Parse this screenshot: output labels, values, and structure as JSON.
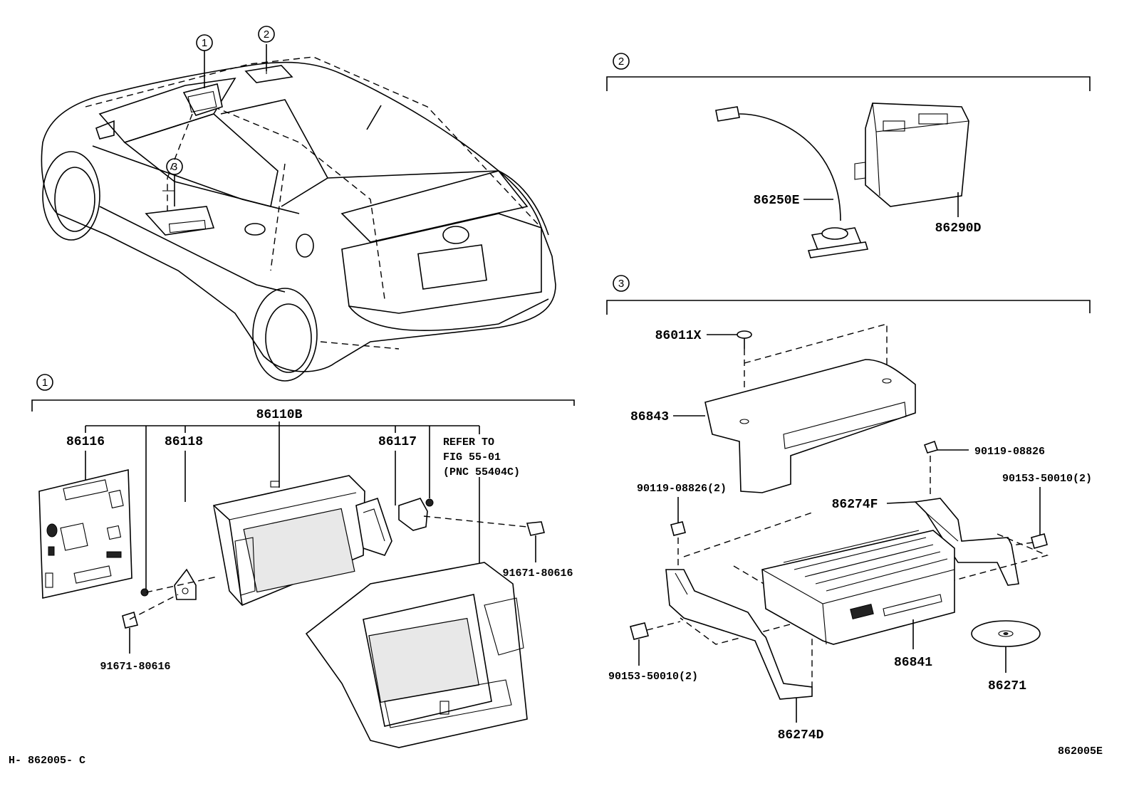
{
  "diagram": {
    "callouts": [
      {
        "num": "1"
      },
      {
        "num": "2"
      },
      {
        "num": "3"
      }
    ],
    "section1": {
      "marker": "1",
      "labels": {
        "assy": "86110B",
        "p86116": "86116",
        "p86118": "86118",
        "p86117": "86117",
        "refer1": "REFER TO",
        "refer2": "FIG 55-01",
        "refer3": "(PNC 55404C)",
        "screw_right": "91671-80616",
        "screw_left": "91671-80616"
      }
    },
    "section2": {
      "marker": "2",
      "labels": {
        "antenna": "86250E",
        "receiver": "86290D"
      }
    },
    "section3": {
      "marker": "3",
      "labels": {
        "p86011x": "86011X",
        "cover": "86843",
        "bolt_top": "90119-08826",
        "bolt_left": "90119-08826(2)",
        "bolt_right": "90153-50010(2)",
        "bracket_f": "86274F",
        "changer": "86841",
        "bolt_lower_left": "90153-50010(2)",
        "disc": "86271",
        "bracket_d": "86274D"
      }
    },
    "footer": {
      "left_code": "H- 862005- C",
      "right_code": "862005E"
    }
  }
}
